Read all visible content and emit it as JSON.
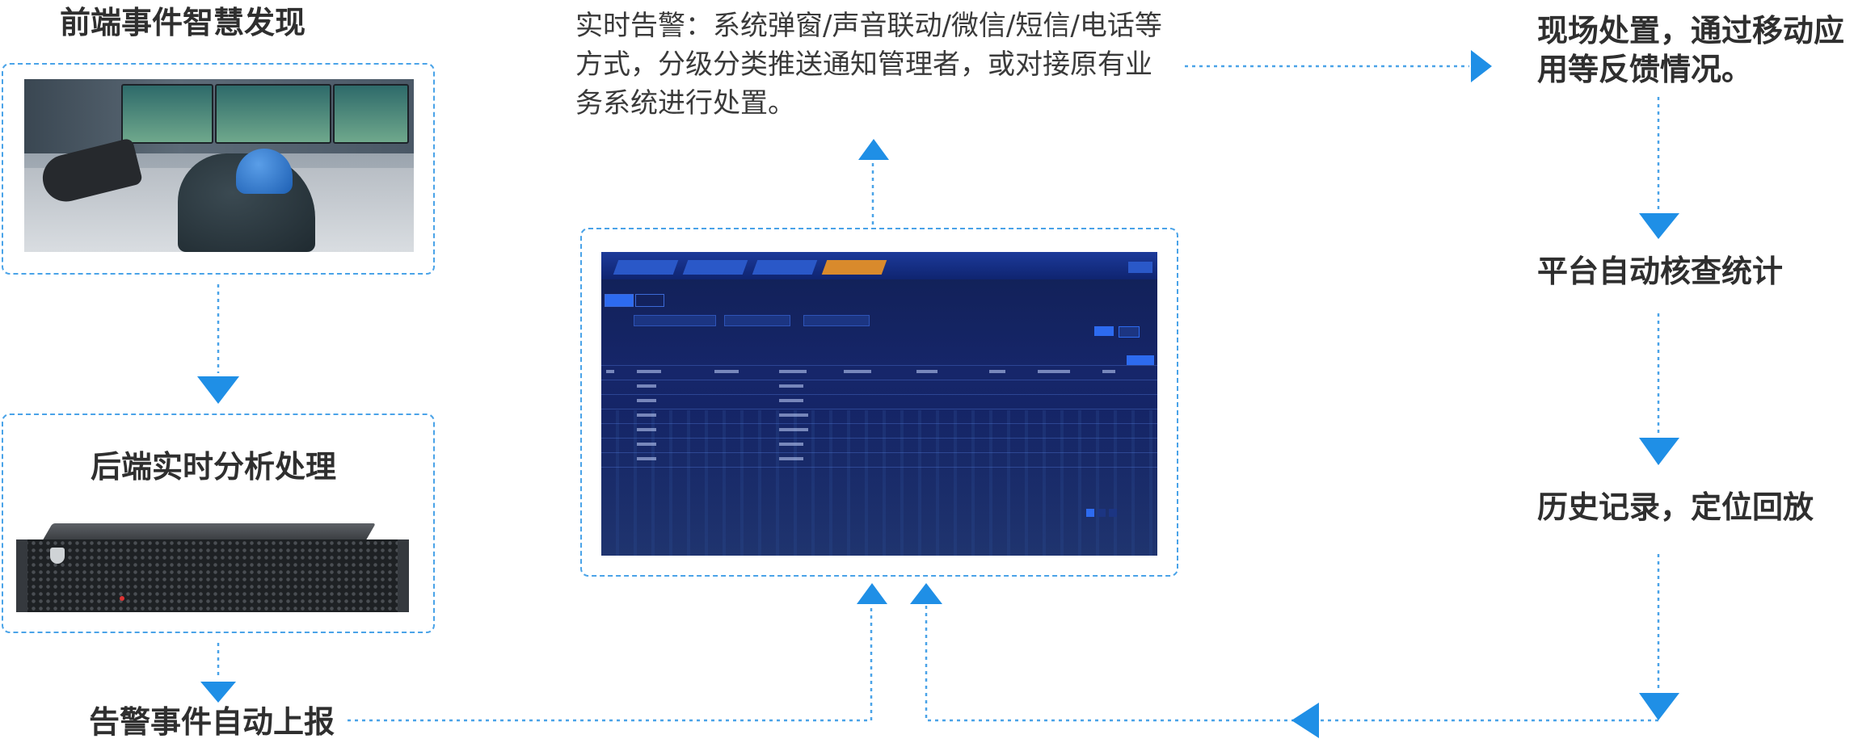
{
  "nodes": {
    "frontend_detect": "前端事件智慧发现",
    "backend_analysis": "后端实时分析处理",
    "alarm_report": "告警事件自动上报",
    "realtime_alarm_desc": "实时告警：系统弹窗/声音联动/微信/短信/电话等方式，分级分类推送通知管理者，或对接原有业务系统进行处置。",
    "onsite_handling": "现场处置，通过移动应用等反馈情况。",
    "platform_check": "平台自动核查统计",
    "history_playback": "历史记录，定位回放"
  },
  "colors": {
    "accent": "#1f8fe6",
    "dashed": "#4aa3e8",
    "text": "#2f2f2f"
  }
}
